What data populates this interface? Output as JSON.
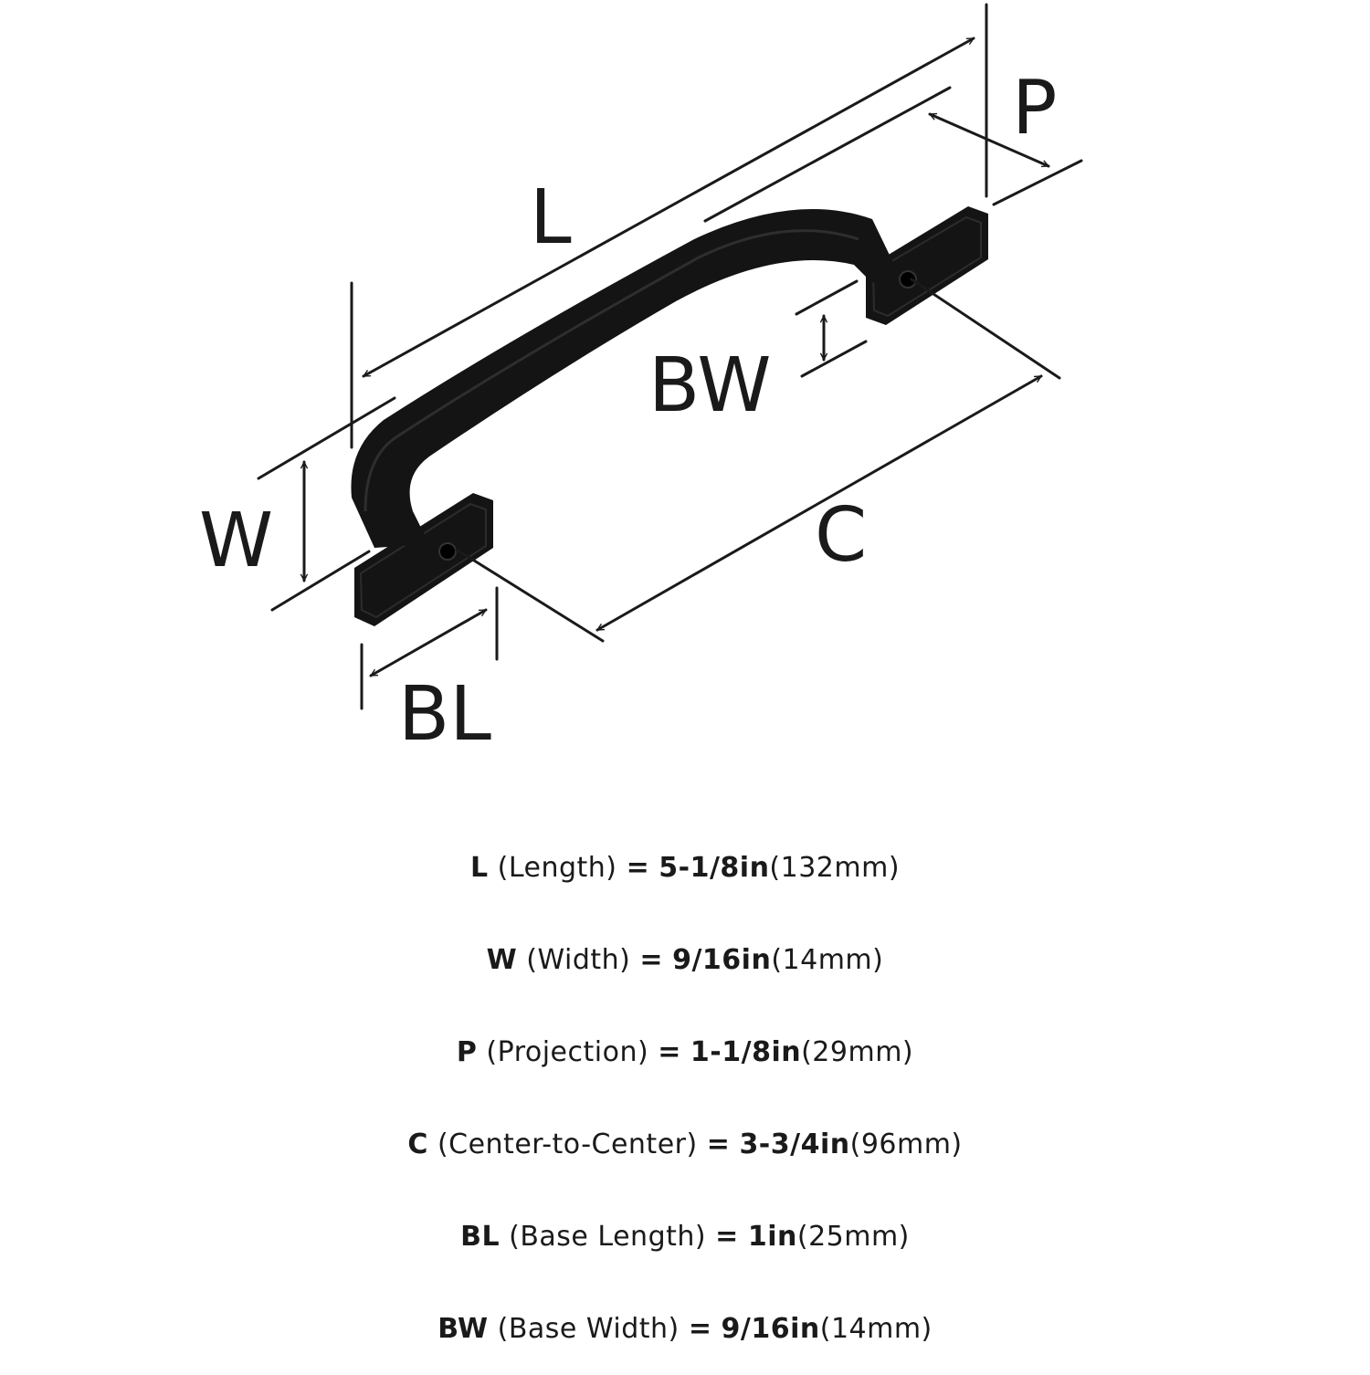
{
  "diagram": {
    "labels": {
      "L": "L",
      "P": "P",
      "BW": "BW",
      "W": "W",
      "C": "C",
      "BL": "BL"
    },
    "handle_color": "#141414",
    "line_color": "#1a1a1a"
  },
  "specs": [
    {
      "code": "L",
      "name": "(Length)",
      "value": "5-1/8in",
      "metric": "(132mm)"
    },
    {
      "code": "W",
      "name": "(Width)",
      "value": "9/16in",
      "metric": "(14mm)"
    },
    {
      "code": "P",
      "name": "(Projection)",
      "value": "1-1/8in",
      "metric": "(29mm)"
    },
    {
      "code": "C",
      "name": "(Center-to-Center)",
      "value": "3-3/4in",
      "metric": "(96mm)"
    },
    {
      "code": "BL",
      "name": "(Base Length)",
      "value": "1in",
      "metric": "(25mm)"
    },
    {
      "code": "BW",
      "name": "(Base Width)",
      "value": "9/16in",
      "metric": "(14mm)"
    }
  ],
  "equals": "="
}
